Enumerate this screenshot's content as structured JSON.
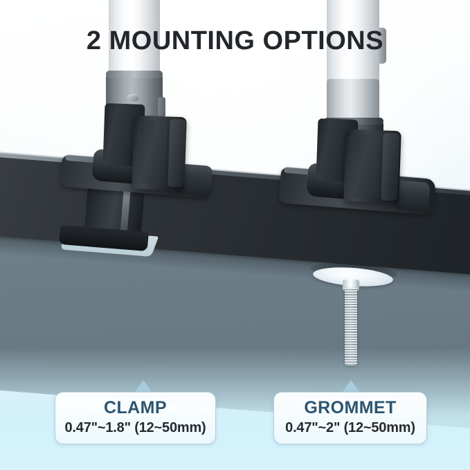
{
  "meta": {
    "headline": "2 MOUNTING OPTIONS"
  },
  "scene": {
    "poles": [
      {
        "name": "left-monitor-arm-pole",
        "finish": "silver"
      },
      {
        "name": "right-monitor-arm-pole",
        "finish": "silver"
      }
    ],
    "desk": {
      "top_color": "#2b3035",
      "panel_color": "#6a7b85",
      "floor_color": "#d6f3fc"
    },
    "mounts": [
      {
        "name": "clamp-mount",
        "color": "#23282c"
      },
      {
        "name": "grommet-mount",
        "color": "#23282c"
      }
    ],
    "hardware": {
      "grommet_bolt": "threaded-bolt",
      "grommet_washer": "washer-plate"
    }
  },
  "labels": [
    {
      "id": "clamp",
      "title": "CLAMP",
      "subtitle": "0.47\"~1.8\" (12~50mm)"
    },
    {
      "id": "grommet",
      "title": "GROMMET",
      "subtitle": "0.47\"~2\" (12~50mm)"
    }
  ],
  "colors": {
    "headline": "#23262b",
    "label_title": "#2c5570",
    "label_subtitle": "#262a2f",
    "label_border": "#a8c6d6",
    "pointer": "#a9cfe0",
    "background_top": "#ffffff",
    "background_bottom": "#d9eef6"
  }
}
